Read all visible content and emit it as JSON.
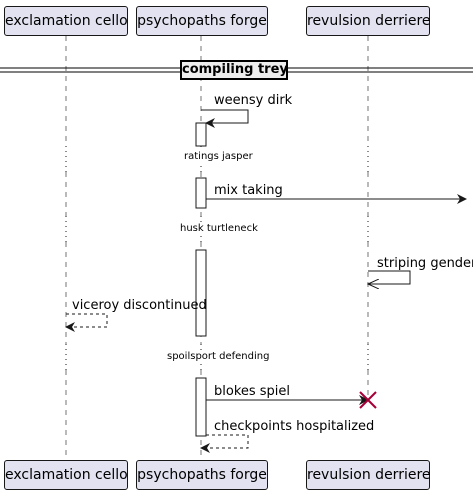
{
  "participants": [
    "exclamation cello",
    "psychopaths forge",
    "revulsion derriere"
  ],
  "divider": "compiling trey",
  "messages": [
    "weensy dirk",
    "mix taking",
    "striping gender",
    "viceroy discontinued",
    "blokes spiel",
    "checkpoints hospitalized"
  ],
  "delays": [
    "ratings jasper",
    "husk turtleneck",
    "spoilsport defending"
  ]
}
